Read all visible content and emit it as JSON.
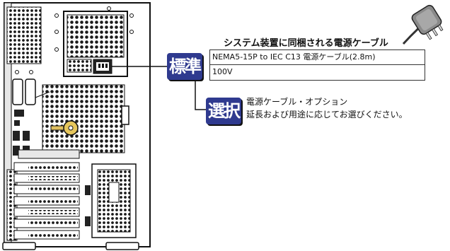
{
  "cable": {
    "title": "システム装置に同梱される電源ケーブル"
  },
  "standard": {
    "badge": "標準",
    "rows": [
      "NEMA5-15P to IEC C13 電源ケーブル(2.8m)",
      "100V"
    ]
  },
  "option": {
    "badge": "選択",
    "line1": "電源ケーブル・オプション",
    "line2": "延長および用途に応じてお選びください。"
  }
}
